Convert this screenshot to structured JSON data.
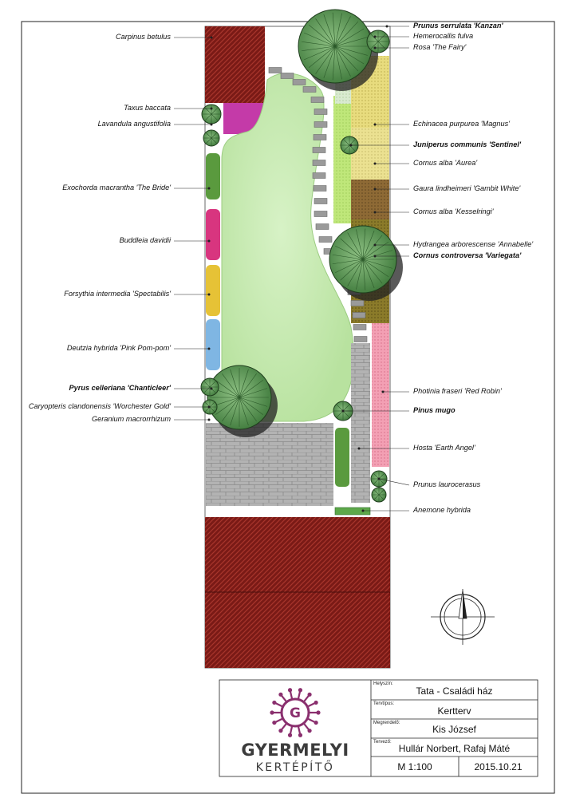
{
  "plants_left": [
    {
      "name": "Carpinus betulus",
      "bold": false
    },
    {
      "name": "Taxus baccata",
      "bold": false
    },
    {
      "name": "Lavandula angustifolia",
      "bold": false
    },
    {
      "name": "Exochorda macrantha 'The Bride'",
      "bold": false
    },
    {
      "name": "Buddleia davidii",
      "bold": false
    },
    {
      "name": "Forsythia intermedia 'Spectabilis'",
      "bold": false
    },
    {
      "name": "Deutzia hybrida 'Pink Pom-pom'",
      "bold": false
    },
    {
      "name": "Pyrus celleriana 'Chanticleer'",
      "bold": true
    },
    {
      "name": "Caryopteris clandonensis 'Worchester Gold'",
      "bold": false
    },
    {
      "name": "Geranium macrorrhizum",
      "bold": false
    }
  ],
  "plants_right": [
    {
      "name": "Prunus serrulata 'Kanzan'",
      "bold": true
    },
    {
      "name": "Hemerocallis fulva",
      "bold": false
    },
    {
      "name": "Rosa 'The Fairy'",
      "bold": false
    },
    {
      "name": "Echinacea purpurea 'Magnus'",
      "bold": false
    },
    {
      "name": "Juniperus communis 'Sentinel'",
      "bold": true
    },
    {
      "name": "Cornus alba 'Aurea'",
      "bold": false
    },
    {
      "name": "Gaura lindheimeri 'Gambit White'",
      "bold": false
    },
    {
      "name": "Cornus alba 'Kesselringi'",
      "bold": false
    },
    {
      "name": "Hydrangea arborescense 'Annabelle'",
      "bold": false
    },
    {
      "name": "Cornus controversa 'Variegata'",
      "bold": true
    },
    {
      "name": "Photinia fraseri 'Red Robin'",
      "bold": false
    },
    {
      "name": "Pinus mugo",
      "bold": true
    },
    {
      "name": "Hosta 'Earth Angel'",
      "bold": false
    },
    {
      "name": "Prunus laurocerasus",
      "bold": false
    },
    {
      "name": "Anemone hybrida",
      "bold": false
    }
  ],
  "title_block": {
    "company_line1": "GYERMELYI",
    "company_line2": "KERTÉPÍTŐ",
    "location_label": "Helyszín:",
    "location_value": "Tata - Családi ház",
    "plan_type_label": "Tervtípus:",
    "plan_type_value": "Kertterv",
    "client_label": "Megrendelő:",
    "client_value": "Kis József",
    "designer_label": "Tervező:",
    "designer_value": "Hullár Norbert, Rafaj Máté",
    "scale": "M 1:100",
    "date": "2015.10.21"
  },
  "colors": {
    "roof": "#7a1a16",
    "lawn": "#c5eab0",
    "paving": "#a9a9a9",
    "accent_logo": "#8a2f6e"
  }
}
